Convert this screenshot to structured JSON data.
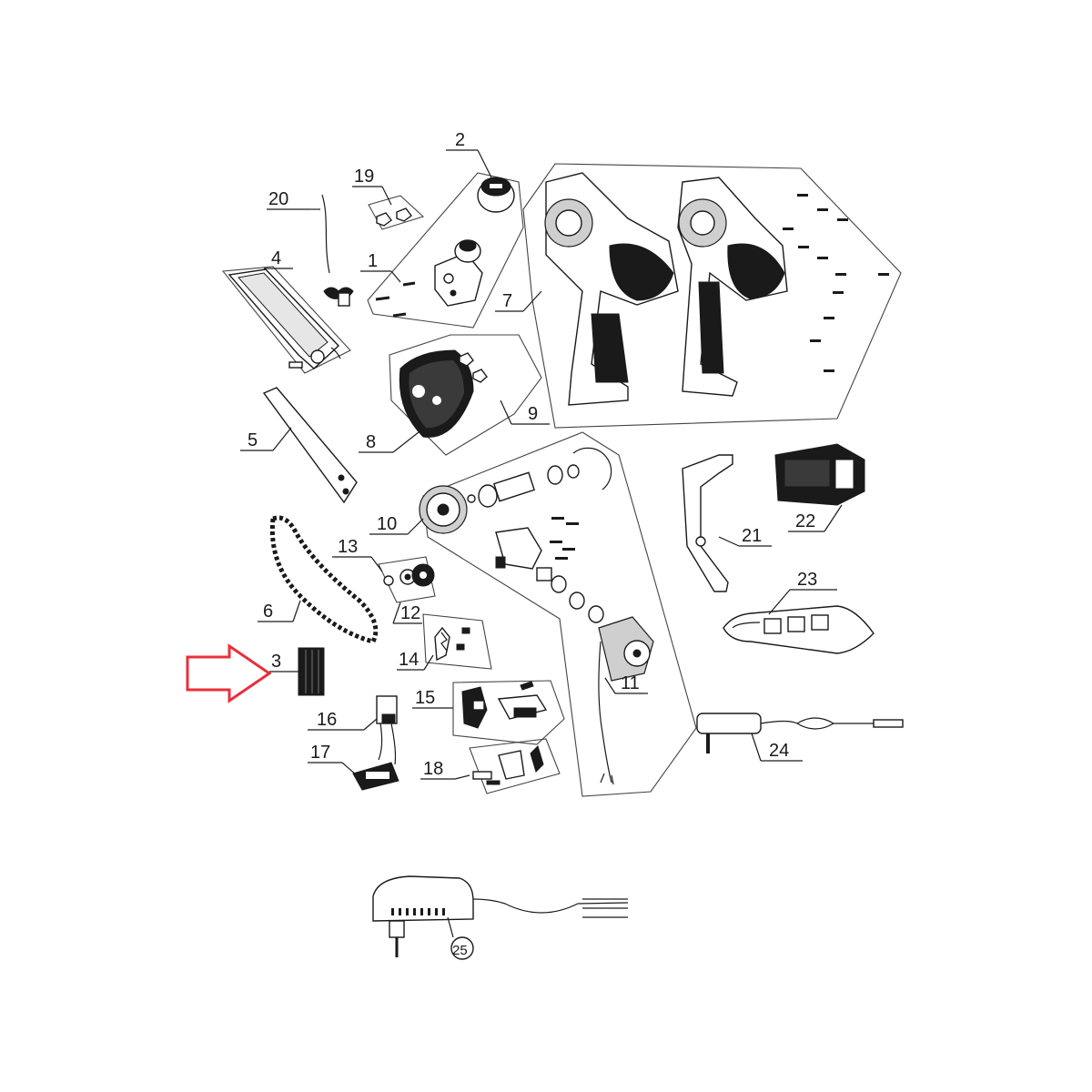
{
  "labels": {
    "p1": "1",
    "p2": "2",
    "p3": "3",
    "p4": "4",
    "p5": "5",
    "p6": "6",
    "p7": "7",
    "p8": "8",
    "p9": "9",
    "p10": "10",
    "p11": "11",
    "p12": "12",
    "p13": "13",
    "p14": "14",
    "p15": "15",
    "p16": "16",
    "p17": "17",
    "p18": "18",
    "p19": "19",
    "p20": "20",
    "p21": "21",
    "p22": "22",
    "p23": "23",
    "p24": "24",
    "p25": "25"
  },
  "colors": {
    "arrow": "#e8303a",
    "ink": "#1a1a1a"
  }
}
